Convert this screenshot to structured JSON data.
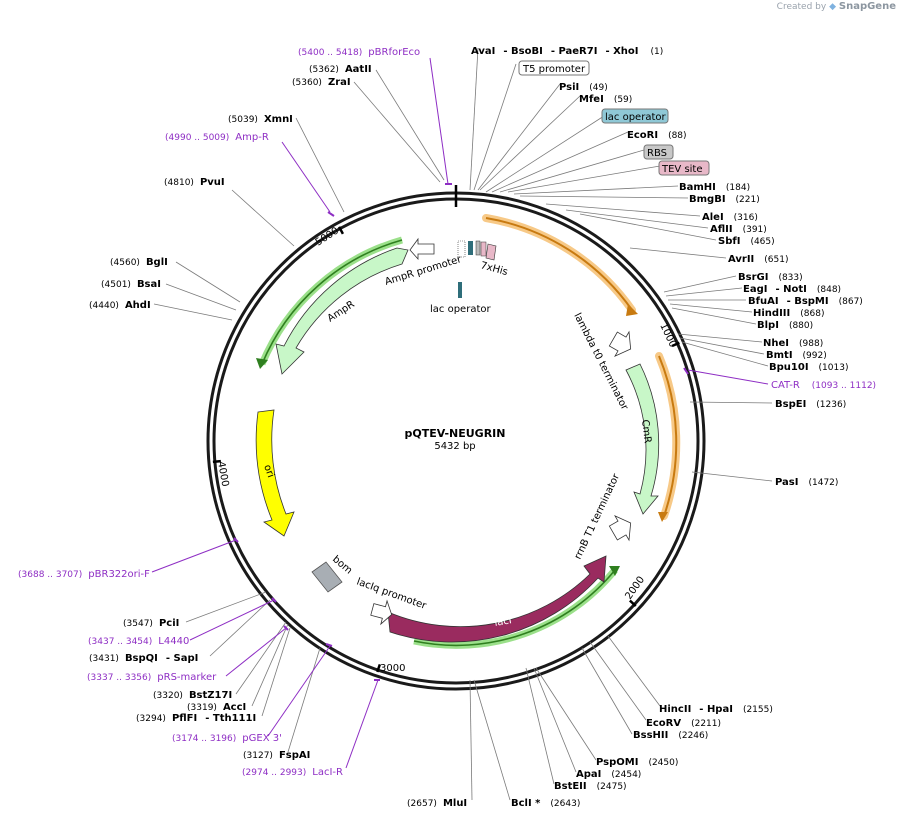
{
  "brand": {
    "prefix": "Created by",
    "name": "SnapGene"
  },
  "plasmid": {
    "name": "pQTEV-NEUGRIN",
    "size": "5432 bp"
  },
  "ticks": [
    "1000",
    "2000",
    "3000",
    "4000",
    "5000"
  ],
  "enzymes_right": [
    {
      "name": "AvaI",
      "sep": "-",
      "name2": "BsoBI",
      "name3": "PaeR7I",
      "name4": "XhoI",
      "pos": "(1)"
    },
    {
      "name": "PsiI",
      "pos": "(49)"
    },
    {
      "name": "MfeI",
      "pos": "(59)"
    },
    {
      "name": "EcoRI",
      "pos": "(88)"
    },
    {
      "name": "BamHI",
      "pos": "(184)"
    },
    {
      "name": "BmgBI",
      "pos": "(221)"
    },
    {
      "name": "AleI",
      "pos": "(316)"
    },
    {
      "name": "AflII",
      "pos": "(391)"
    },
    {
      "name": "SbfI",
      "pos": "(465)"
    },
    {
      "name": "AvrII",
      "pos": "(651)"
    },
    {
      "name": "BsrGI",
      "pos": "(833)"
    },
    {
      "name": "EagI",
      "name2": "NotI",
      "pos": "(848)"
    },
    {
      "name": "BfuAI",
      "name2": "BspMI",
      "pos": "(867)"
    },
    {
      "name": "HindIII",
      "pos": "(868)"
    },
    {
      "name": "BlpI",
      "pos": "(880)"
    },
    {
      "name": "NheI",
      "pos": "(988)"
    },
    {
      "name": "BmtI",
      "pos": "(992)"
    },
    {
      "name": "Bpu10I",
      "pos": "(1013)"
    },
    {
      "name": "BspEI",
      "pos": "(1236)"
    },
    {
      "name": "PasI",
      "pos": "(1472)"
    },
    {
      "name": "HincII",
      "name2": "HpaI",
      "pos": "(2155)"
    },
    {
      "name": "EcoRV",
      "pos": "(2211)"
    },
    {
      "name": "BssHII",
      "pos": "(2246)"
    },
    {
      "name": "PspOMI",
      "pos": "(2450)"
    },
    {
      "name": "ApaI",
      "pos": "(2454)"
    },
    {
      "name": "BstEII",
      "pos": "(2475)"
    },
    {
      "name": "BclI *",
      "pos": "(2643)"
    },
    {
      "name": "MluI",
      "pos": "(2657)"
    }
  ],
  "enzymes_left": [
    {
      "name": "AatII",
      "pos": "(5362)"
    },
    {
      "name": "ZraI",
      "pos": "(5360)"
    },
    {
      "name": "XmnI",
      "pos": "(5039)"
    },
    {
      "name": "PvuI",
      "pos": "(4810)"
    },
    {
      "name": "BglI",
      "pos": "(4560)"
    },
    {
      "name": "BsaI",
      "pos": "(4501)"
    },
    {
      "name": "AhdI",
      "pos": "(4440)"
    },
    {
      "name": "PciI",
      "pos": "(3547)"
    },
    {
      "name": "BspQI",
      "name2": "SapI",
      "pos": "(3431)"
    },
    {
      "name": "BstZ17I",
      "pos": "(3320)"
    },
    {
      "name": "AccI",
      "pos": "(3319)"
    },
    {
      "name": "PflFI",
      "name2": "Tth111I",
      "pos": "(3294)"
    },
    {
      "name": "FspAI",
      "pos": "(3127)"
    }
  ],
  "primers": [
    {
      "name": "pBRforEco",
      "range": "(5400 .. 5418)"
    },
    {
      "name": "Amp-R",
      "range": "(4990 .. 5009)"
    },
    {
      "name": "CAT-R",
      "range": "(1093 .. 1112)"
    },
    {
      "name": "pBR322ori-F",
      "range": "(3688 .. 3707)"
    },
    {
      "name": "L4440",
      "range": "(3437 .. 3454)"
    },
    {
      "name": "pRS-marker",
      "range": "(3337 .. 3356)"
    },
    {
      "name": "pGEX 3'",
      "range": "(3174 .. 3196)"
    },
    {
      "name": "LacI-R",
      "range": "(2974 .. 2993)"
    }
  ],
  "boxes": [
    {
      "label": "T5 promoter",
      "color": "#ffffff"
    },
    {
      "label": "lac operator",
      "color": "#8fc8d6"
    },
    {
      "label": "RBS",
      "color": "#c8c8c8"
    },
    {
      "label": "TEV site",
      "color": "#e8b8c8"
    }
  ],
  "features": {
    "ampr_promoter": "AmpR promoter",
    "ampr": "AmpR",
    "lac_operator": "lac operator",
    "his": "7xHis",
    "lambda_t0": "lambda t0 terminator",
    "cmr": "CmR",
    "rrnb_t1": "rrnB T1 terminator",
    "laci": "lacI",
    "laciq_promoter": "lacIq promoter",
    "bom": "bom",
    "ori": "ori"
  },
  "colors": {
    "backbone": "#1a1a1a",
    "orf_orange": "#f5b65f",
    "ampr_fill": "#c8f7c8",
    "ori_yellow": "#ffff00",
    "laci_fill": "#9a2b5f",
    "primer": "#8e2ec4",
    "lac_op": "#2f6e7a"
  }
}
